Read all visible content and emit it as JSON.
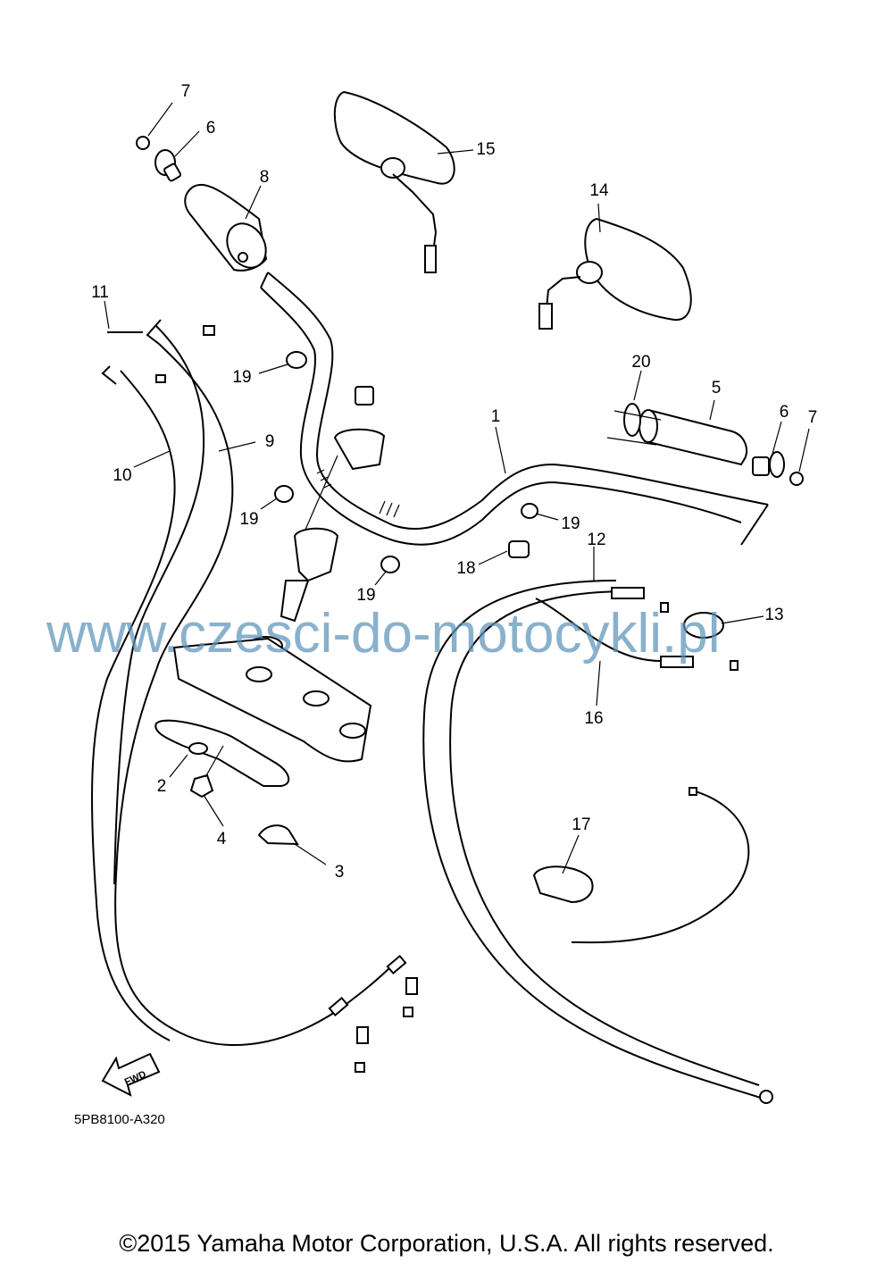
{
  "diagram": {
    "callouts": {
      "c1": "1",
      "c2": "2",
      "c3": "3",
      "c4": "4",
      "c5": "5",
      "c6a": "6",
      "c6b": "6",
      "c7a": "7",
      "c7b": "7",
      "c8": "8",
      "c9": "9",
      "c10": "10",
      "c11": "11",
      "c12": "12",
      "c13": "13",
      "c14": "14",
      "c15": "15",
      "c16": "16",
      "c17": "17",
      "c18": "18",
      "c19a": "19",
      "c19b": "19",
      "c19c": "19",
      "c19d": "19",
      "c20": "20"
    },
    "fwd_label": "FWD",
    "drawing_code": "5PB8100-A320",
    "watermark": "www.czesci-do-motocykli.pl"
  },
  "footer": {
    "copyright": "©2015 Yamaha Motor Corporation, U.S.A. All rights reserved."
  }
}
